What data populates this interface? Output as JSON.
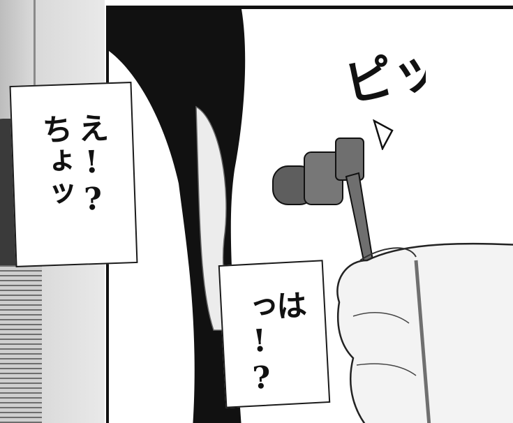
{
  "speech_bubble_1": {
    "col_1": "え!?",
    "col_2": "ちょッ"
  },
  "speech_bubble_2": {
    "col_1": "はっ!?"
  },
  "sfx": {
    "text": "ピッ"
  },
  "colors": {
    "ink": "#111111",
    "earphone": "#6f6f6f",
    "paper": "#ffffff"
  }
}
